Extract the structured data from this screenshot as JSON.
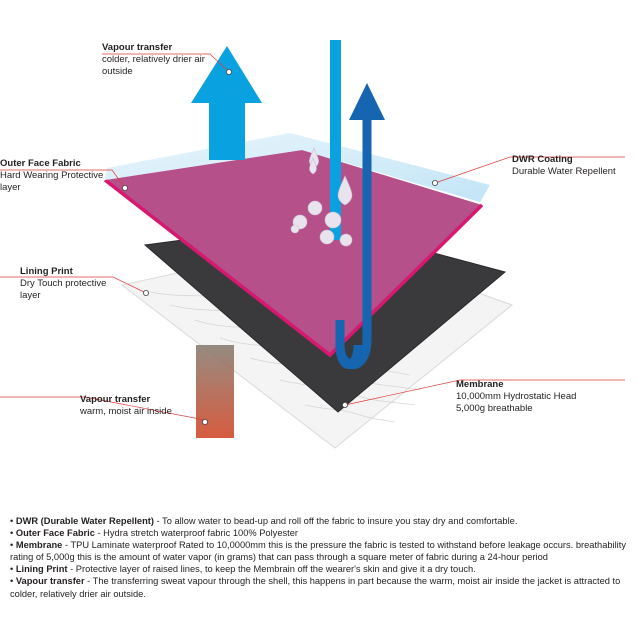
{
  "callouts": {
    "vapour_out": {
      "title": "Vapour transfer",
      "desc": "colder, relatively drier air outside"
    },
    "outer_face": {
      "title": "Outer Face Fabric",
      "desc": "Hard Wearing Protective layer"
    },
    "dwr": {
      "title": "DWR Coating",
      "desc": "Durable Water Repellent"
    },
    "lining": {
      "title": "Lining Print",
      "desc": "Dry Touch protective layer"
    },
    "membrane": {
      "title": "Membrane",
      "desc1": "10,000mm Hydrostatic Head",
      "desc2": "5,000g breathable"
    },
    "vapour_in": {
      "title": "Vapour transfer",
      "desc": "warm, moist air inside"
    }
  },
  "legend": [
    {
      "bullet": "•",
      "term": "DWR (Durable Water Repellent)",
      "text": " - To allow water to bead-up and roll off the fabric to insure you stay dry and comfortable."
    },
    {
      "bullet": "•",
      "term": "Outer Face Fabric",
      "text": " - Hydra stretch waterproof fabric 100% Polyester"
    },
    {
      "bullet": "•",
      "term": "Membrane",
      "text": " - TPU Laminate waterproof Rated to 10,0000mm this is the pressure the fabric is tested to withstand before leakage occurs. breathability rating of 5,000g this is the amount of water vapor (in grams) that can pass through a square meter of fabric during a 24-hour period"
    },
    {
      "bullet": "•",
      "term": "Lining Print",
      "text": " - Protective layer of raised lines, to keep the Membrain off the wearer's skin and give it a dry touch."
    },
    {
      "bullet": "•",
      "term": "Vapour transfer",
      "text": " - The transferring sweat vapour through the shell, this happens in part because the warm, moist air inside the jacket is attracted to colder, relatively drier air outside."
    }
  ],
  "colors": {
    "outer_fabric": "#b5508a",
    "outer_edge": "#d6186f",
    "membrane": "#3a3a3c",
    "dwr": "#cde9f7",
    "arrow_blue": "#0aa1e0",
    "arrow_dark_blue": "#1565b0",
    "vapour_in": "#c2593a",
    "leader": "#e03a3a"
  }
}
